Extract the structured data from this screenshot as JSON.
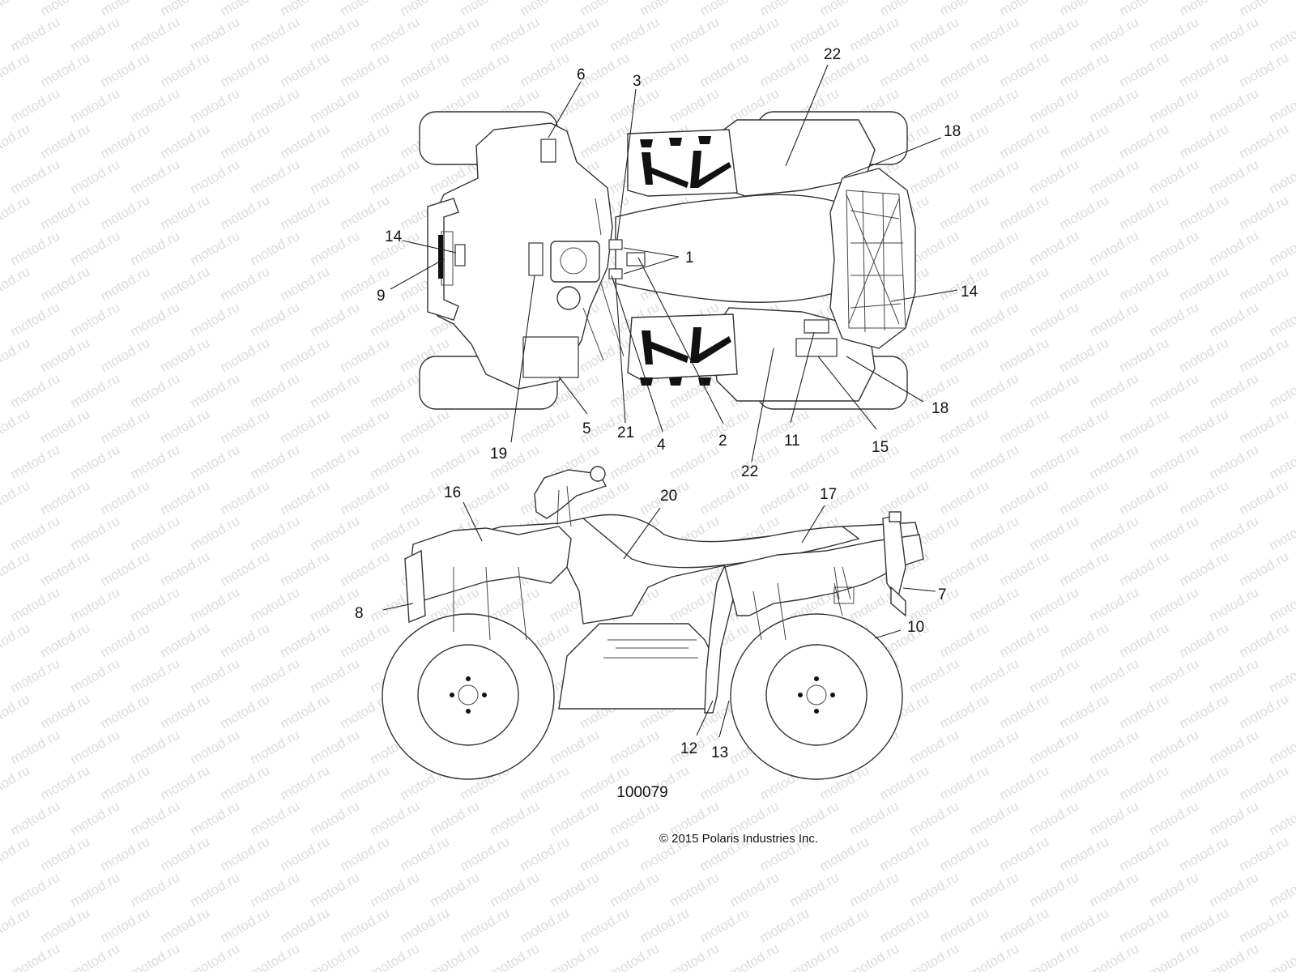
{
  "watermark": "motod.ru",
  "figure_number": "100079",
  "copyright": "© 2015 Polaris Industries Inc.",
  "callouts": {
    "c1": "1",
    "c2": "2",
    "c3": "3",
    "c4": "4",
    "c5": "5",
    "c6": "6",
    "c7": "7",
    "c8": "8",
    "c9": "9",
    "c10": "10",
    "c11": "11",
    "c12": "12",
    "c13": "13",
    "c14a": "14",
    "c14b": "14",
    "c15": "15",
    "c16": "16",
    "c17": "17",
    "c18a": "18",
    "c18b": "18",
    "c19": "19",
    "c20": "20",
    "c21": "21",
    "c22a": "22",
    "c22b": "22"
  }
}
